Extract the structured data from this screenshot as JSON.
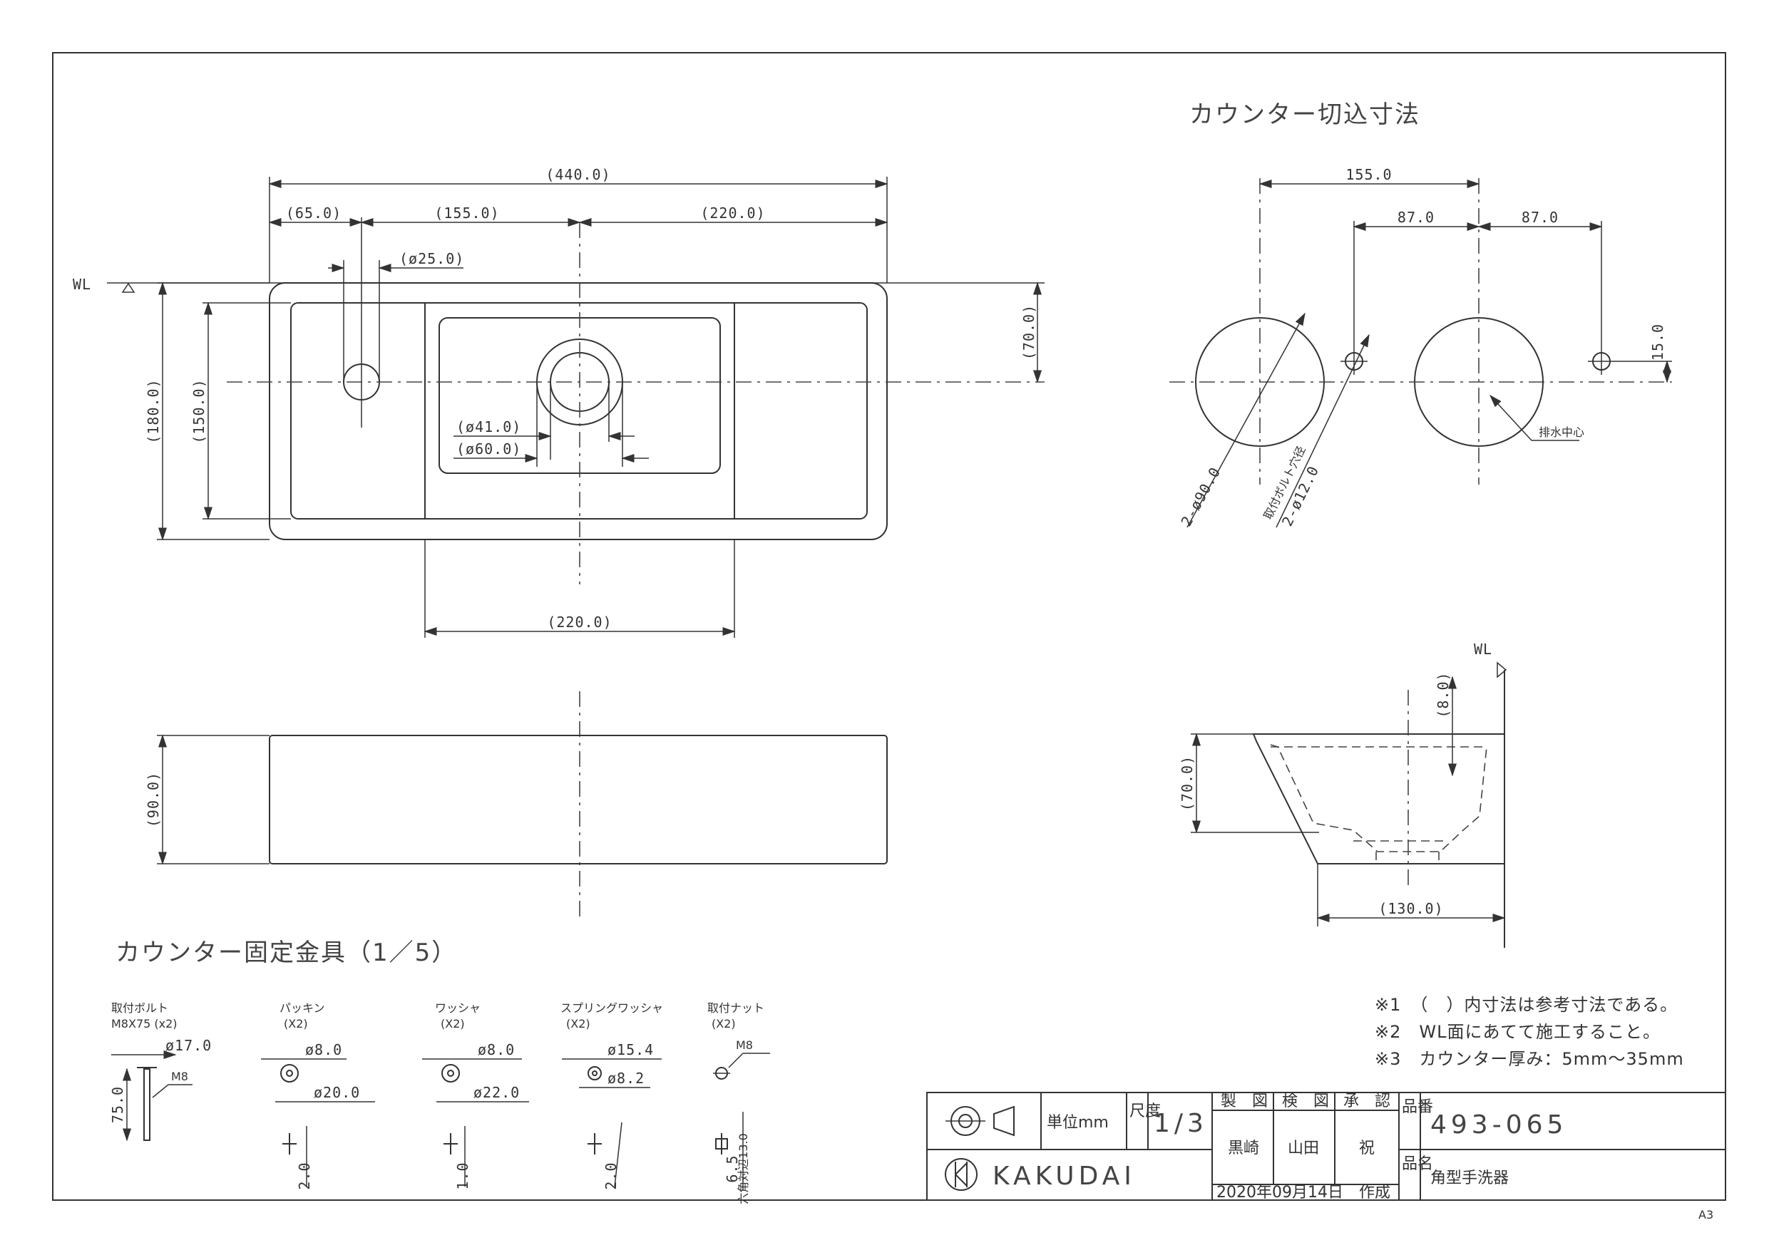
{
  "titles": {
    "counter_cutout": "カウンター切込寸法",
    "fixing_hardware": "カウンター固定金具（1／5）"
  },
  "labels": {
    "wl": "WL",
    "drain_center": "排水中心",
    "bolt_hole": "取付ボルト穴径"
  },
  "plan_dims": {
    "overall": "(440.0)",
    "left": "(65.0)",
    "mid": "(155.0)",
    "right": "(220.0)",
    "faucet_hole": "(ø25.0)",
    "height_outer": "(180.0)",
    "height_inner": "(150.0)",
    "center_offset": "(70.0)",
    "drain_inner": "(ø41.0)",
    "drain_outer": "(ø60.0)",
    "bowl_width": "(220.0)",
    "depth": "(90.0)"
  },
  "cutout_dims": {
    "span": "155.0",
    "half_a": "87.0",
    "half_b": "87.0",
    "offset": "15.0",
    "big_hole": "2-ø90.0",
    "bolt_hole": "2-ø12.0"
  },
  "section_dims": {
    "top": "(8.0)",
    "height": "(70.0)",
    "width": "(130.0)"
  },
  "hardware": [
    {
      "name": "取付ボルト",
      "spec": "M8X75 (x2)",
      "d1": "ø17.0",
      "d2": "M8",
      "d3": "75.0"
    },
    {
      "name": "パッキン",
      "spec": "(X2)",
      "d1": "ø8.0",
      "d2": "ø20.0",
      "d3": "2.0"
    },
    {
      "name": "ワッシャ",
      "spec": "(X2)",
      "d1": "ø8.0",
      "d2": "ø22.0",
      "d3": "1.0"
    },
    {
      "name": "スプリングワッシャ",
      "spec": "(X2)",
      "d1": "ø15.4",
      "d2": "ø8.2",
      "d3": "2.0"
    },
    {
      "name": "取付ナット",
      "spec": "(X2)",
      "d1": "M8",
      "d2": "六角対辺13.0",
      "d3": "6.5"
    }
  ],
  "notes": [
    "※1　（　）内寸法は参考寸法である。",
    "※2　WL面にあてて施工すること。",
    "※3　カウンター厚み：5mm～35mm"
  ],
  "title_block": {
    "unit_label": "単位mm",
    "scale_label": "尺度",
    "scale_value": "1/3",
    "drawn_label": "製　図",
    "checked_label": "検　図",
    "approved_label": "承　認",
    "drawn_by": "黒崎",
    "checked_by": "山田",
    "approved_by": "祝",
    "part_no_label": "品番",
    "part_no": "493-065",
    "name_label": "品名",
    "part_name": "角型手洗器",
    "brand": "KAKUDAI",
    "date": "2020年09月14日　作成"
  },
  "paper_size": "A3"
}
